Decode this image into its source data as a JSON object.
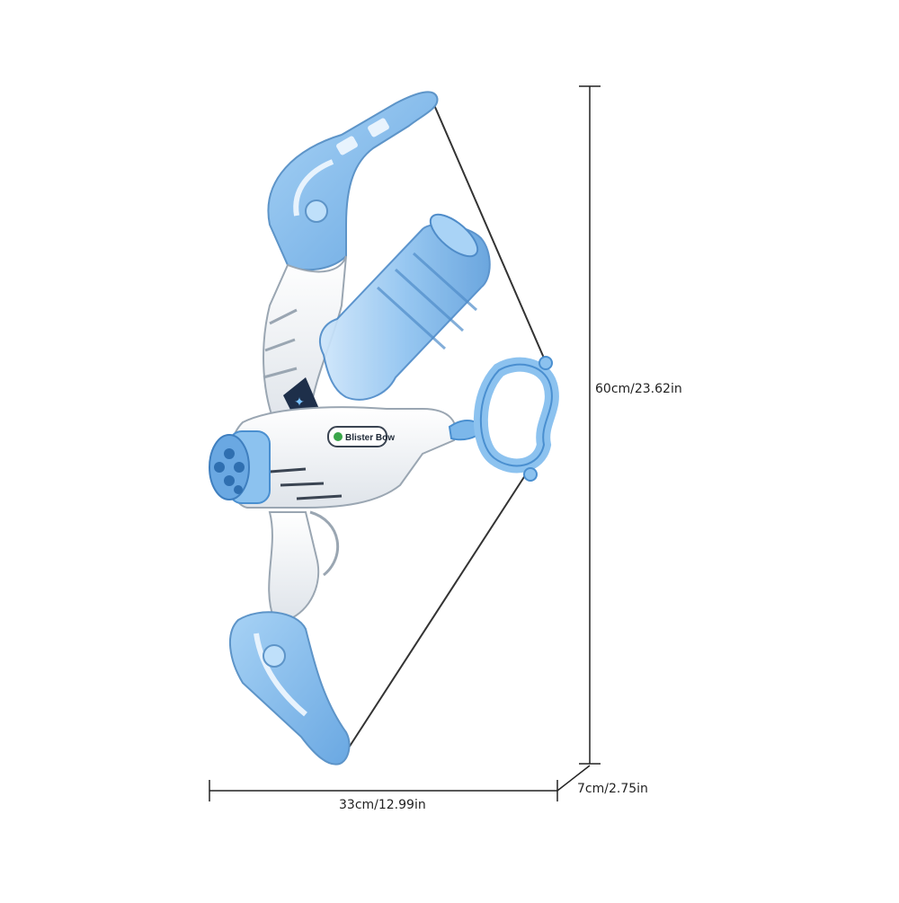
{
  "product": {
    "name": "Blister Bow",
    "colors": {
      "primary": "#7cb7ea",
      "primary_dark": "#4a8fd0",
      "body": "#f4f6f8",
      "outline": "#9aa6b2",
      "string": "#333333"
    }
  },
  "dimensions": {
    "height": "60cm/23.62in",
    "width": "33cm/12.99in",
    "depth": "7cm/2.75in"
  }
}
